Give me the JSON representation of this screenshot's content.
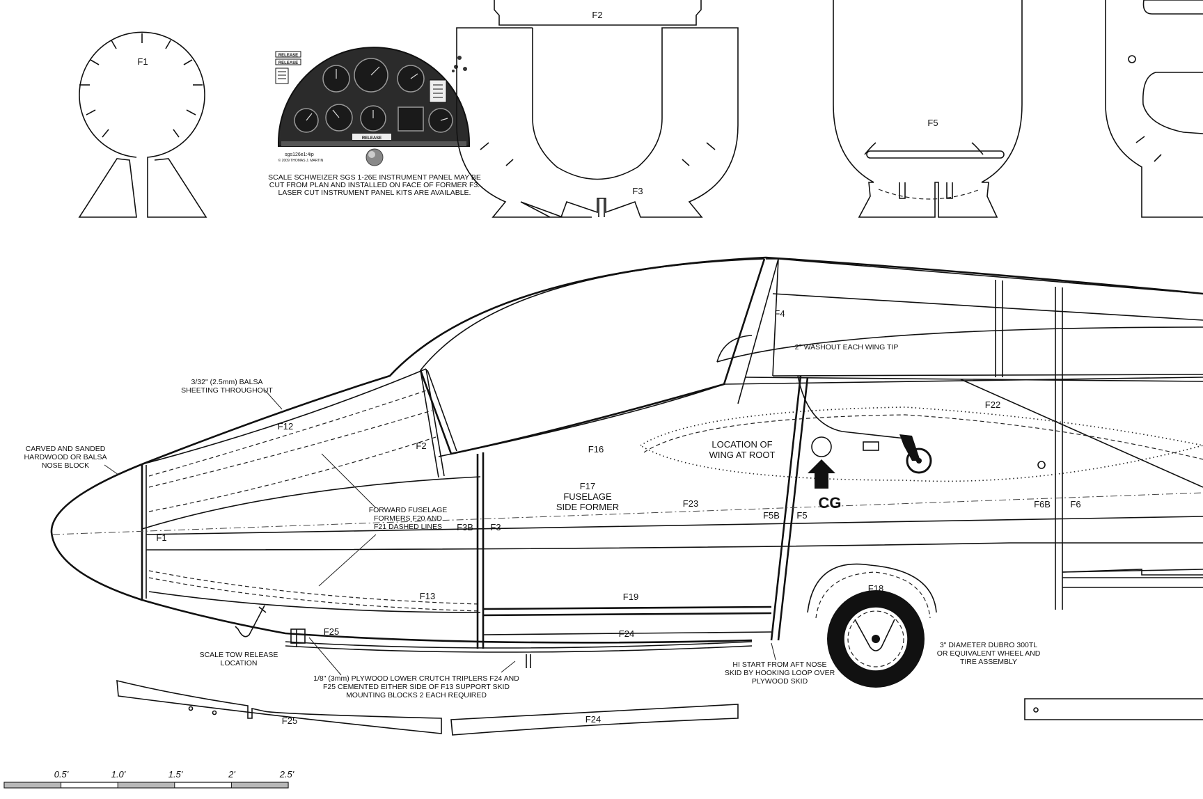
{
  "formers_top": {
    "f1": "F1",
    "f2": "F2",
    "f3": "F3",
    "f5": "F5"
  },
  "instrument_panel": {
    "release_top": "RELEASE",
    "release_mid": "RELEASE",
    "release_bottom": "RELEASE",
    "file_name": "sgs126e1:4ip",
    "copyright": "© 2009 THOMAS J. MARTIN",
    "note_lines": [
      "SCALE SCHWEIZER SGS 1-26E INSTRUMENT PANEL MAY BE",
      "CUT FROM PLAN AND INSTALLED ON FACE OF FORMER F3.",
      "LASER CUT INSTRUMENT PANEL KITS ARE AVAILABLE."
    ]
  },
  "fuselage_labels": {
    "f1": "F1",
    "f2": "F2",
    "f3": "F3",
    "f3b": "F3B",
    "f4": "F4",
    "f5": "F5",
    "f5b": "F5B",
    "f6": "F6",
    "f6b": "F6B",
    "f12": "F12",
    "f13": "F13",
    "f16": "F16",
    "f17_lines": [
      "F17",
      "FUSELAGE",
      "SIDE FORMER"
    ],
    "f18": "F18",
    "f19": "F19",
    "f22": "F22",
    "f23": "F23",
    "f24": "F24",
    "f25": "F25",
    "cg": "CG",
    "wing_root_lines": [
      "LOCATION OF",
      "WING AT ROOT"
    ],
    "washout": "2° WASHOUT EACH WING TIP"
  },
  "notes": {
    "sheeting": [
      "3/32\" (2.5mm) BALSA",
      "SHEETING THROUGHOUT"
    ],
    "nose_block": [
      "CARVED AND SANDED",
      "HARDWOOD OR BALSA",
      "NOSE BLOCK"
    ],
    "forward_formers": [
      "FORWARD FUSELAGE",
      "FORMERS F20 AND",
      "F21 DASHED LINES"
    ],
    "tow_release": [
      "SCALE TOW RELEASE",
      "LOCATION"
    ],
    "crutch": [
      "1/8\" (3mm) PLYWOOD LOWER CRUTCH TRIPLERS F24 AND",
      "F25 CEMENTED EITHER SIDE OF F13 SUPPORT SKID",
      "MOUNTING BLOCKS 2 EACH REQUIRED"
    ],
    "hi_start": [
      "HI START FROM AFT NOSE",
      "SKID BY HOOKING LOOP OVER",
      "PLYWOOD SKID"
    ],
    "wheel": [
      "3\" DIAMETER DUBRO 300TL",
      "OR EQUIVALENT WHEEL AND",
      "TIRE ASSEMBLY"
    ]
  },
  "parts": {
    "f25": "F25",
    "f24": "F24"
  },
  "scale_bar": {
    "labels": [
      "0.5'",
      "1.0'",
      "1.5'",
      "2'",
      "2.5'"
    ]
  },
  "colors": {
    "ink": "#111111",
    "panel_face": "#2b2b2b",
    "scale_grey": "#b8b8b8"
  }
}
